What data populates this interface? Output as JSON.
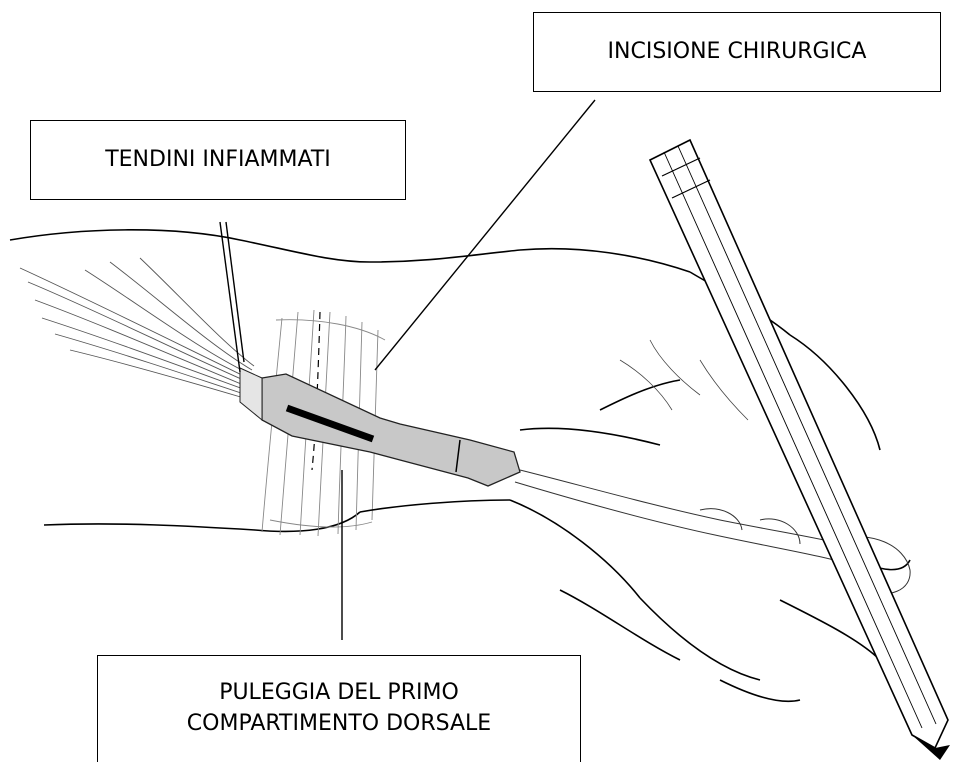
{
  "labels": {
    "incisione": "INCISIONE CHIRURGICA",
    "tendini": "TENDINI INFIAMMATI",
    "puleggia_line1": "PULEGGIA DEL PRIMO",
    "puleggia_line2": "COMPARTIMENTO DORSALE"
  }
}
